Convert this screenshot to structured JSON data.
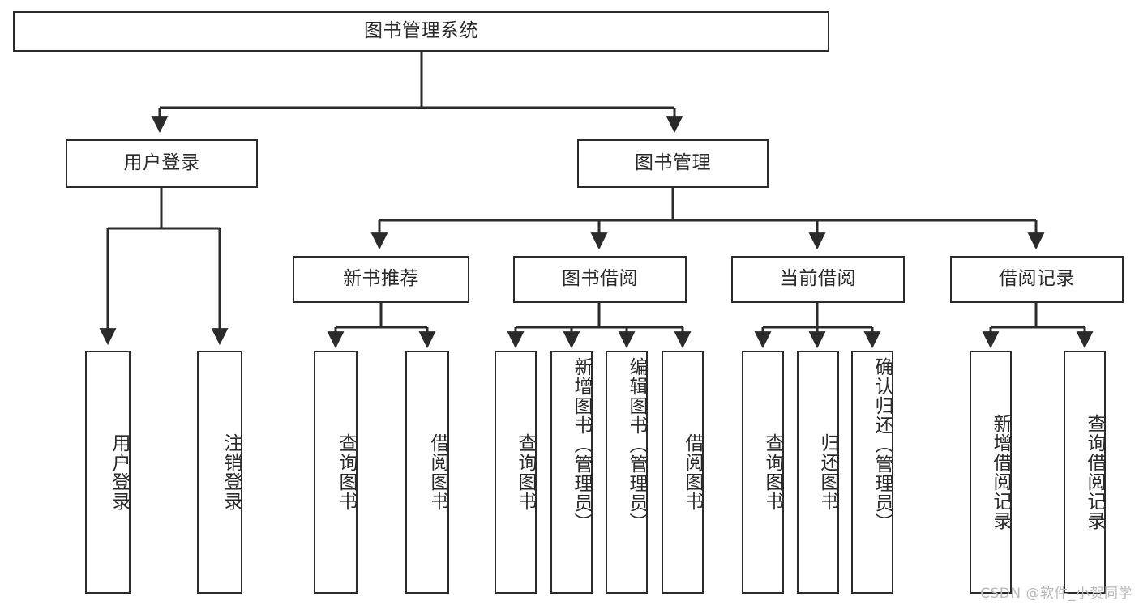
{
  "diagram": {
    "title_node": {
      "label": "图书管理系统"
    },
    "level2": [
      {
        "label": "用户登录"
      },
      {
        "label": "图书管理"
      }
    ],
    "level3": [
      {
        "label": "新书推荐"
      },
      {
        "label": "图书借阅"
      },
      {
        "label": "当前借阅"
      },
      {
        "label": "借阅记录"
      }
    ],
    "leaves": {
      "user_login": [
        {
          "label": "用户登录"
        },
        {
          "label": "注销登录"
        }
      ],
      "new_book_recommend": [
        {
          "label": "查询图书"
        },
        {
          "label": "借阅图书"
        }
      ],
      "book_borrow": [
        {
          "label": "查询图书"
        },
        {
          "label": "新增图书（管理员）"
        },
        {
          "label": "编辑图书（管理员）"
        },
        {
          "label": "借阅图书"
        }
      ],
      "current_borrow": [
        {
          "label": "查询图书"
        },
        {
          "label": "归还图书"
        },
        {
          "label": "确认归还（管理员）"
        }
      ],
      "borrow_record": [
        {
          "label": "新增借阅记录"
        },
        {
          "label": "查询借阅记录"
        }
      ]
    }
  },
  "watermark": {
    "text": "CSDN @软件_小贺同学"
  },
  "colors": {
    "stroke": "#2b2b2b",
    "text": "#2a2a2a",
    "background": "#ffffff",
    "watermark": "#b9b9b9"
  }
}
